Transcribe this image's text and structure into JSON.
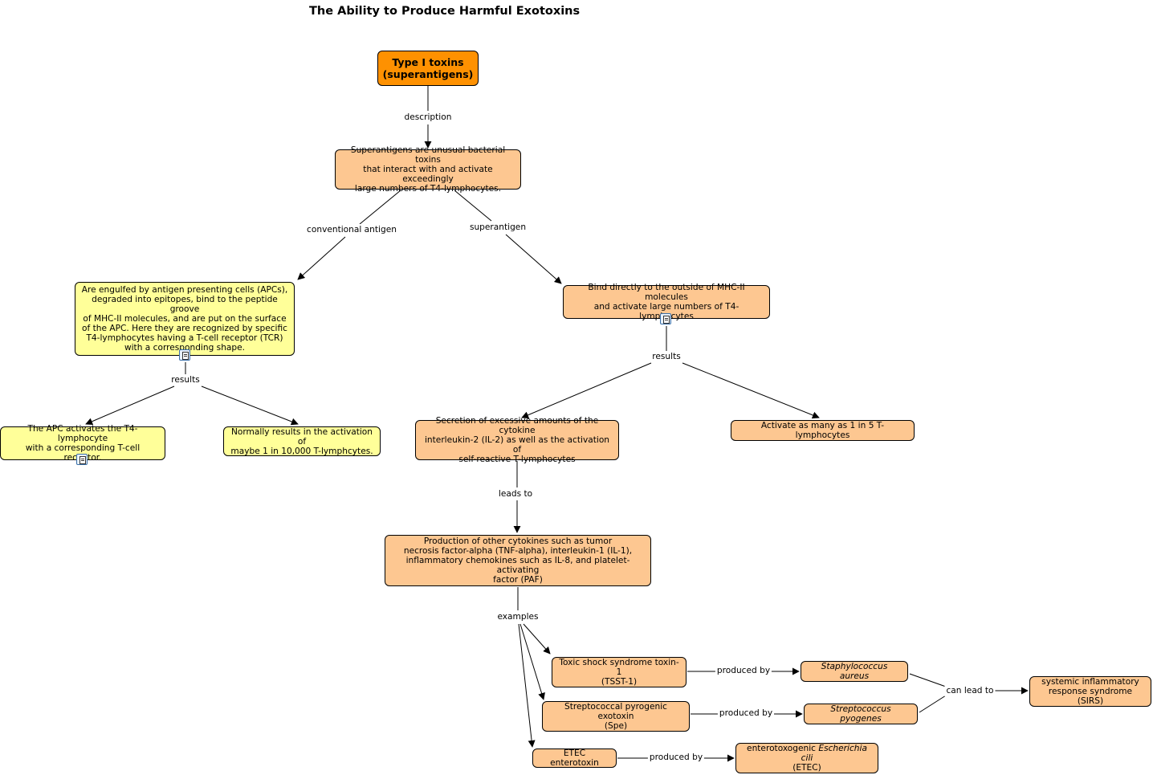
{
  "title": "The Ability to Produce Harmful Exotoxins",
  "nodes": {
    "type1": "Type I toxins\n(superantigens)",
    "superantigens_def": "Superantigens are unusual bacterial toxins\nthat interact with and activate exceedingly\nlarge numbers of T4-lymphocytes.",
    "engulfed": "Are engulfed by antigen presenting cells (APCs),\ndegraded into epitopes, bind to the peptide groove\nof MHC-II molecules,  and are put on the surface\nof the APC. Here they are recognized by specific\nT4-lymphocytes having a T-cell receptor (TCR)\nwith a corresponding shape.",
    "bind_directly": "Bind directly to the outside of MHC-II molecules\nand activate large numbers of T4-lymphocytes",
    "apc_activates": "The APC activates the T4-lymphocyte\nwith a corresponding T-cell receptor.",
    "normally_results": "Normally results in the activation of\nmaybe 1 in 10,000 T-lymphcytes.",
    "secretion": "Secretion of excessive amounts of the cytokine\ninterleukin-2 (IL-2) as well as the activation of\nself-reactive T-lymphocytes",
    "activate_many": "Activate as many as 1 in 5 T-lymphocytes",
    "production": "Production of other cytokines such as tumor\nnecrosis factor-alpha (TNF-alpha), interleukin-1 (IL-1),\ninflammatory chemokines such as IL-8, and platelet-activating\nfactor (PAF)",
    "tsst": "Toxic shock syndrome toxin-1\n(TSST-1)",
    "spe": "Streptococcal pyrogenic exotoxin\n(Spe)",
    "etec_toxin": "ETEC enterotoxin",
    "staph": "Staphylococcus aureus",
    "strep": "Streptococcus pyogenes",
    "ecoli_pre": "enterotoxogenic ",
    "ecoli_italic": "Escherichia cili",
    "ecoli_post": "(ETEC)",
    "sirs": "systemic inflammatory\nresponse syndrome (SIRS)"
  },
  "links": {
    "description": "description",
    "conventional": "conventional antigen",
    "superantigen": "superantigen",
    "results_left": "results",
    "results_right": "results",
    "leads_to": "leads to",
    "examples": "examples",
    "produced_by_1": "produced by",
    "produced_by_2": "produced by",
    "produced_by_3": "produced by",
    "can_lead_to": "can lead to"
  }
}
